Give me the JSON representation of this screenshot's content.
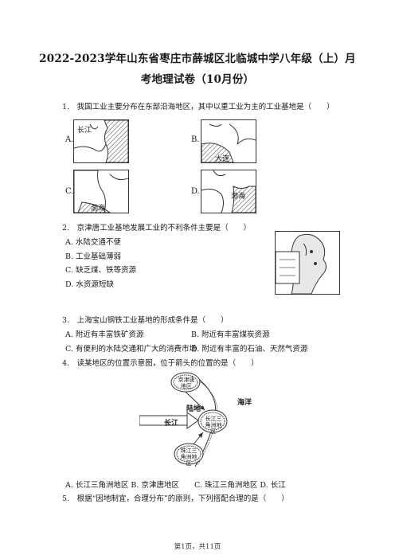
{
  "title_line1": "2022-2023学年山东省枣庄市薛城区北临城中学八年级（上）月",
  "title_line2": "考地理试卷（10月份）",
  "q1": {
    "text": "1.　我国工业主要分布在东部沿海地区，其中以重工业为主的工业基地是（　　）",
    "opts": [
      "A.",
      "B.",
      "C.",
      "D."
    ],
    "map_labels": {
      "a": "长江",
      "b": "大连",
      "c": "渤海",
      "d": "渤海"
    }
  },
  "q2": {
    "text": "2.　京津唐工业基地发展工业的不利条件主要是（　　）",
    "opts": [
      "A. 水陆交通不便",
      "B. 工业基础薄弱",
      "C. 缺乏煤、铁等资源",
      "D. 水资源短缺"
    ]
  },
  "q3": {
    "text": "3.　上海宝山钢铁工业基地的形成条件是（　　）",
    "opts": [
      "A. 附近有丰富铁矿资源",
      "B. 附近有丰富煤炭资源",
      "C. 有便利的水陆交通和广大的消费市场",
      "D. 附近有丰富的石油、天然气资源"
    ]
  },
  "q4": {
    "text": "4.　读某地区的位置示意图，位于箭头的位置的是（　　）",
    "diagram": {
      "top": "京津唐地区",
      "center": "长江三角洲地区",
      "bottom": "珠江三角洲地区",
      "land": "陆地",
      "sea": "海洋",
      "river": "长江"
    },
    "opts": "A. 长江三角洲地区  B. 京津唐地区　　C. 珠江三角洲地区  D. 长江"
  },
  "q5": {
    "text": "5.　根据“因地制宜，合理分布”的原则，下列搭配合理的是（　　）"
  },
  "footer": "第1页，共11页"
}
